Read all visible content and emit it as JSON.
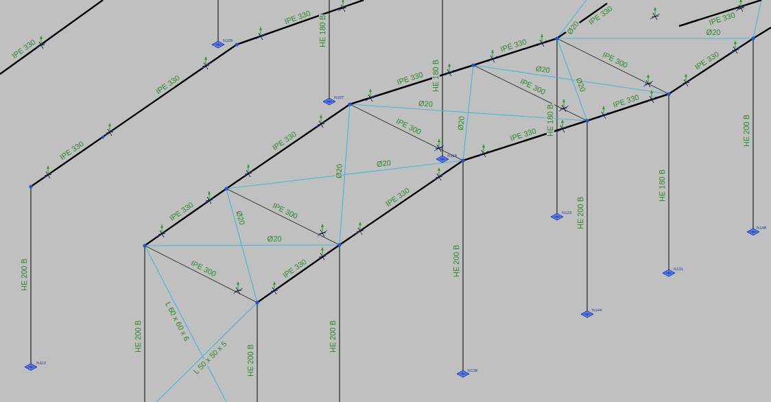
{
  "diagram": {
    "labels": [
      "IPE 330",
      "IPE 330",
      "IPE 330",
      "IPE 330",
      "IPE 330",
      "IPE 330",
      "IPE 330",
      "IPE 330",
      "IPE 330",
      "IPE 330",
      "IPE 330",
      "IPE 330",
      "IPE 330",
      "IPE 330",
      "IPE 330",
      "IPE 300",
      "IPE 300",
      "IPE 300",
      "IPE 300",
      "IPE 300",
      "Ø20",
      "Ø20",
      "Ø20",
      "Ø20",
      "Ø20",
      "Ø20",
      "Ø20",
      "Ø20",
      "Ø20",
      "Ø20",
      "HE 200 B",
      "HE 200 B",
      "HE 200 B",
      "HE 200 B",
      "HE 200 B",
      "HE 200 B",
      "HE 200 B",
      "HE 180 B",
      "HE 180 B",
      "HE 180 B",
      "HE 180 B",
      "L 60 x 60 x 6",
      "L 50 x 50 x 5",
      "N113",
      "N118",
      "N107",
      "N109",
      "N123",
      "N138",
      "N144",
      "N131",
      "N148"
    ]
  }
}
